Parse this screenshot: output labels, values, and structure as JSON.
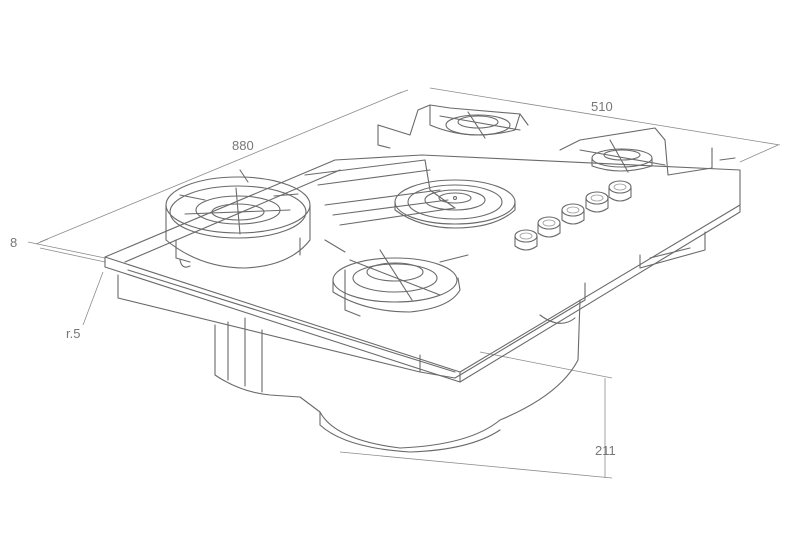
{
  "dimensions": {
    "width": "880",
    "depth": "510",
    "thickness": "8",
    "radius": "r.5",
    "height": "211"
  },
  "colors": {
    "line": "#6a6a6a",
    "dimension": "#8c8c8c",
    "background": "#ffffff"
  }
}
